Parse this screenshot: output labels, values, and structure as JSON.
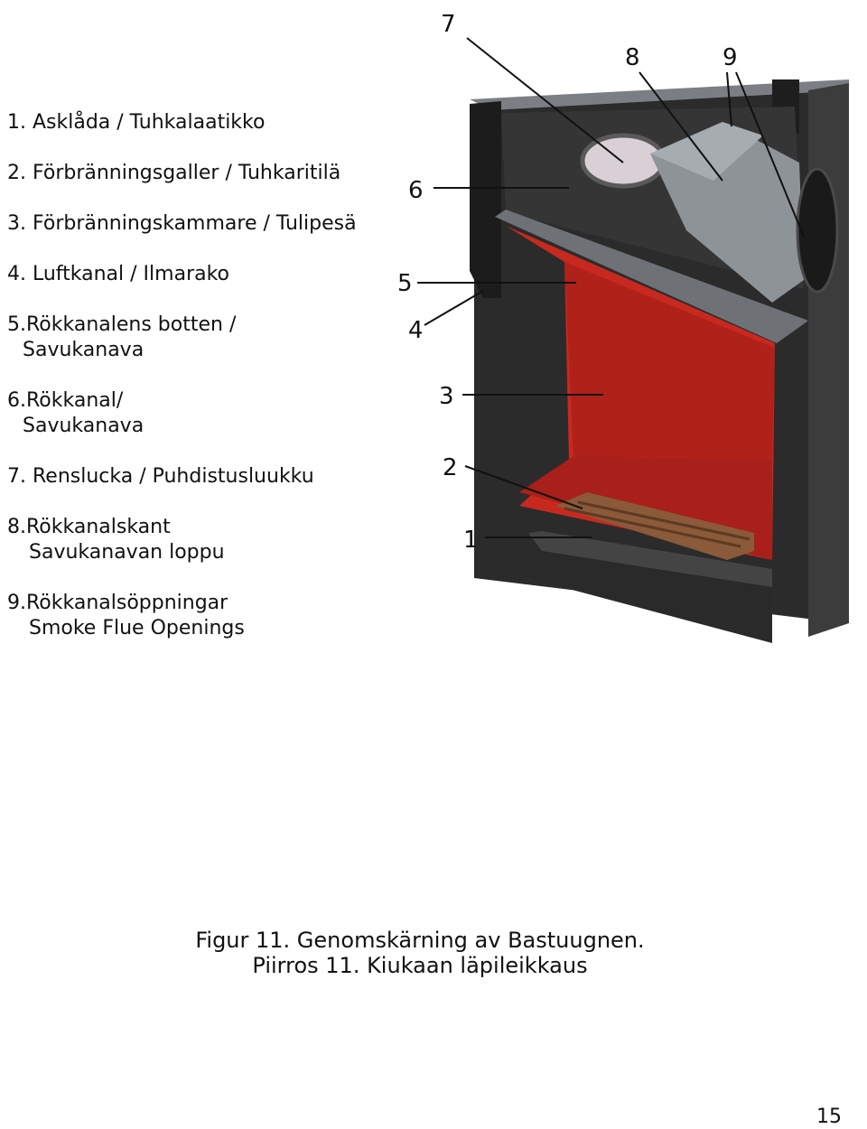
{
  "legend": [
    {
      "line1": "1. Asklåda / Tuhkalaatikko",
      "line2": ""
    },
    {
      "line1": "2. Förbränningsgaller / Tuhkaritilä",
      "line2": ""
    },
    {
      "line1": "3. Förbränningskammare / Tulipesä",
      "line2": ""
    },
    {
      "line1": "4. Luftkanal / Ilmarako",
      "line2": ""
    },
    {
      "line1": "5.Rökkanalens botten /",
      "line2": "Savukanava"
    },
    {
      "line1": "6.Rökkanal/",
      "line2": "Savukanava"
    },
    {
      "line1": "7. Renslucka / Puhdistusluukku",
      "line2": ""
    },
    {
      "line1": "8.Rökkanalskant",
      "line2": "Savukanavan loppu"
    },
    {
      "line1": "9.Rökkanalsöppningar",
      "line2": "Smoke Flue Openings"
    }
  ],
  "callouts": [
    "1",
    "2",
    "3",
    "4",
    "5",
    "6",
    "7",
    "8",
    "9"
  ],
  "caption": {
    "line1": "Figur 11. Genomskärning av Bastuugnen.",
    "line2": "Piirros 11. Kiukaan läpileikkaus"
  },
  "page_number": "15",
  "colors": {
    "chamber_red": "#c8291f",
    "steel_dark": "#2b2b2b",
    "flue_grey": "#8e9398",
    "grate_brown": "#8a5a3a"
  }
}
